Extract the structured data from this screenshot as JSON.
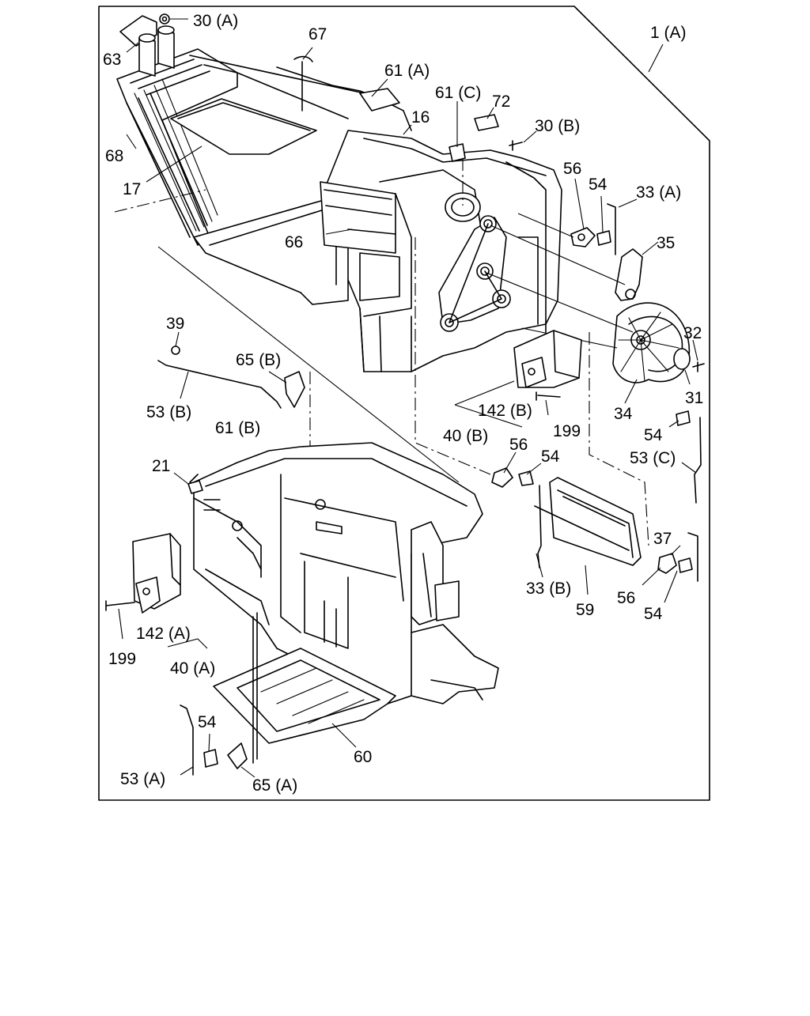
{
  "diagram": {
    "callouts": [
      "30 (A)",
      "63",
      "68",
      "17",
      "67",
      "61 (A)",
      "61 (C)",
      "72",
      "16",
      "30 (B)",
      "1 (A)",
      "56",
      "54",
      "33 (A)",
      "35",
      "66",
      "32",
      "31",
      "34",
      "39",
      "65 (B)",
      "53 (B)",
      "61 (B)",
      "142 (B)",
      "199",
      "40 (B)",
      "54",
      "53 (C)",
      "21",
      "56",
      "54",
      "37",
      "33 (B)",
      "59",
      "56",
      "54",
      "142 (A)",
      "199",
      "40 (A)",
      "54",
      "60",
      "53 (A)",
      "65 (A)"
    ]
  }
}
